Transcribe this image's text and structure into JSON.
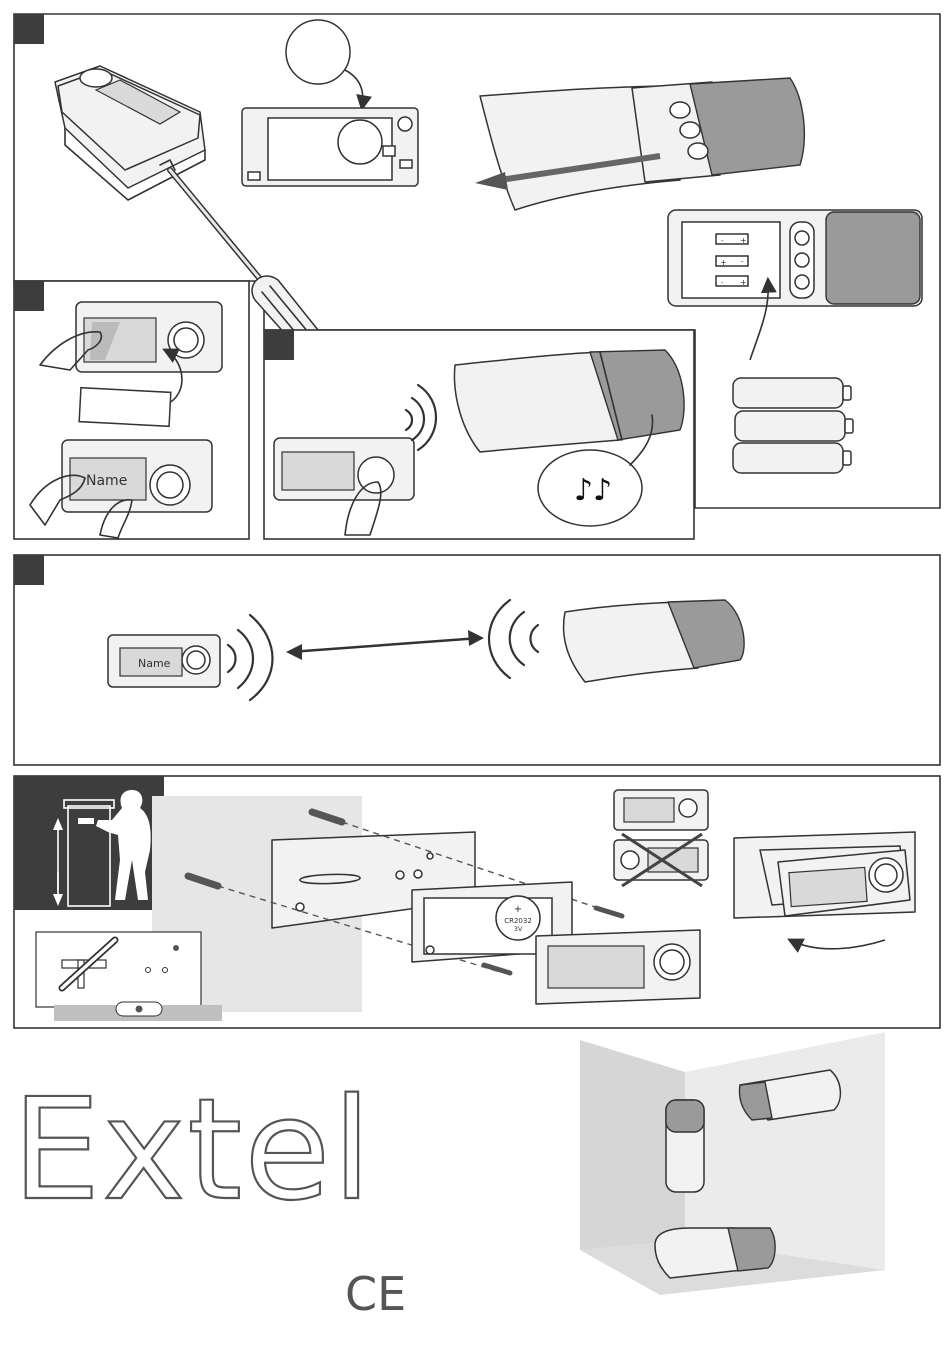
{
  "steps": {
    "step1": "",
    "step2": "",
    "step3": "",
    "step4": "",
    "step5": ""
  },
  "labels": {
    "name_tag": "Name",
    "name_tag_small": "Name",
    "battery_plus": "+",
    "battery_type": "CR2032",
    "battery_voltage": "3V",
    "brand": "Extel",
    "ce_mark": "CE",
    "cr_plus_1": "+",
    "cr_minus_1": "-",
    "cr_plus_2": "+",
    "cr_minus_2": "-",
    "cr_plus_3": "+",
    "cr_minus_3": "-"
  },
  "icons": {
    "music": "music-notes-icon",
    "no": "cross-out-icon",
    "level": "spirit-level-icon",
    "arrow": "arrow-icon"
  },
  "colors": {
    "stroke": "#333333",
    "grille": "#9a9a9a",
    "dark_panel": "#3d3d3d",
    "wall": "#e6e6e6"
  }
}
